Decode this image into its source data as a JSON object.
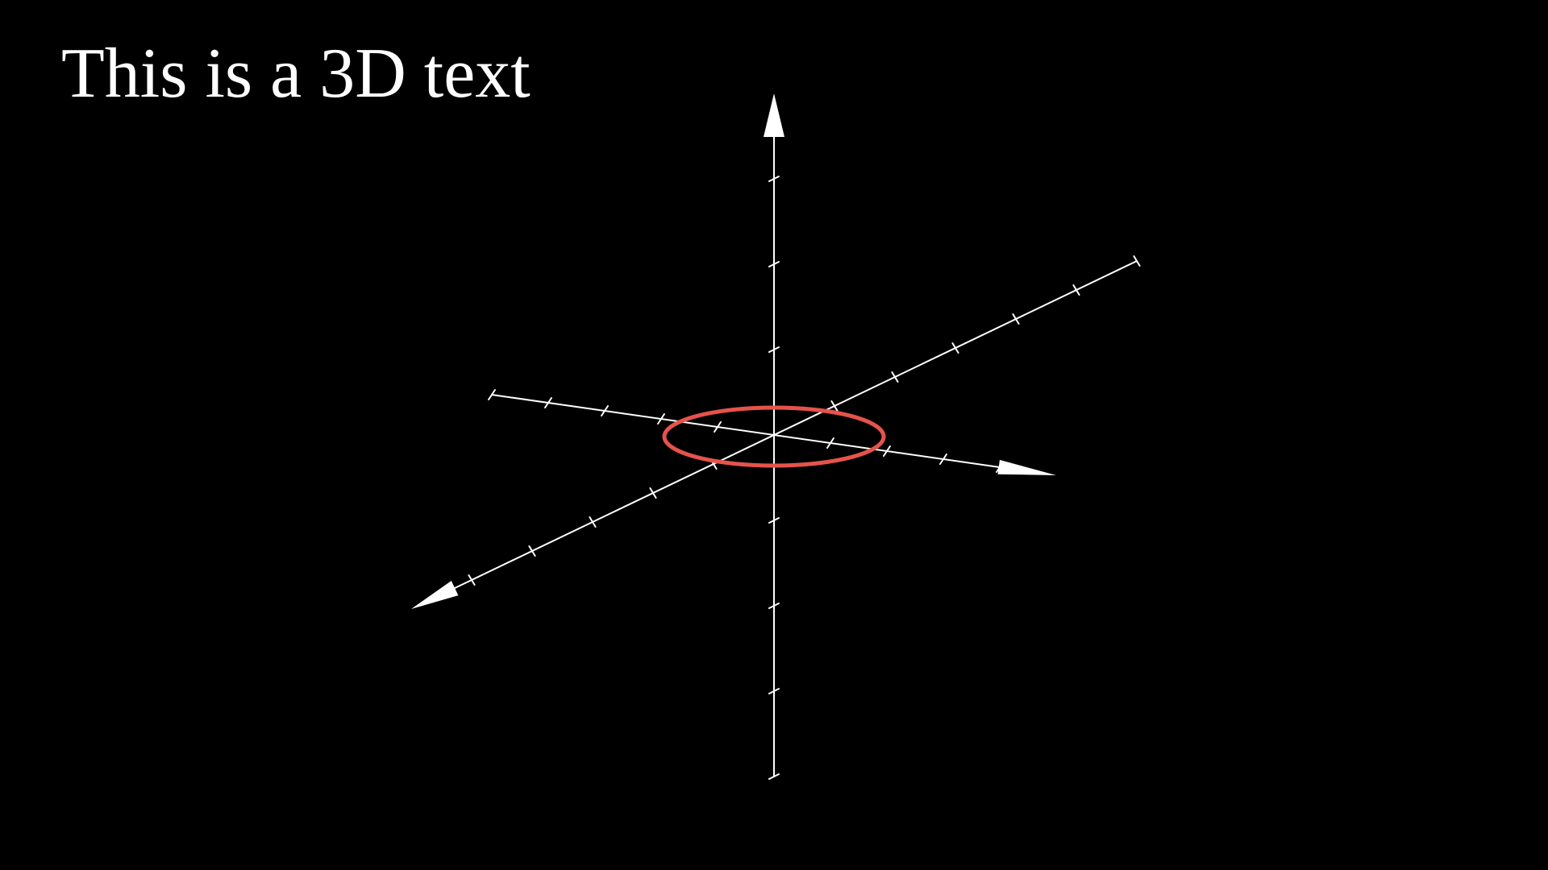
{
  "caption": "This is a 3D text",
  "colors": {
    "background": "#000000",
    "axes": "#ffffff",
    "circle": "#e5534b"
  },
  "axes": {
    "x": {
      "range": [
        -5,
        5
      ],
      "ticks": [
        -5,
        -4,
        -3,
        -2,
        -1,
        1,
        2,
        3,
        4
      ]
    },
    "y": {
      "range": [
        -6,
        6
      ],
      "ticks": [
        -6,
        -5,
        -4,
        -3,
        -2,
        -1,
        1,
        2,
        3,
        4,
        5
      ]
    },
    "z": {
      "range": [
        -4,
        4
      ],
      "ticks": [
        -4,
        -3,
        -2,
        -1,
        1,
        2,
        3
      ]
    }
  },
  "circle": {
    "radius": 1,
    "plane": "xy",
    "center": [
      0,
      0,
      0
    ]
  }
}
